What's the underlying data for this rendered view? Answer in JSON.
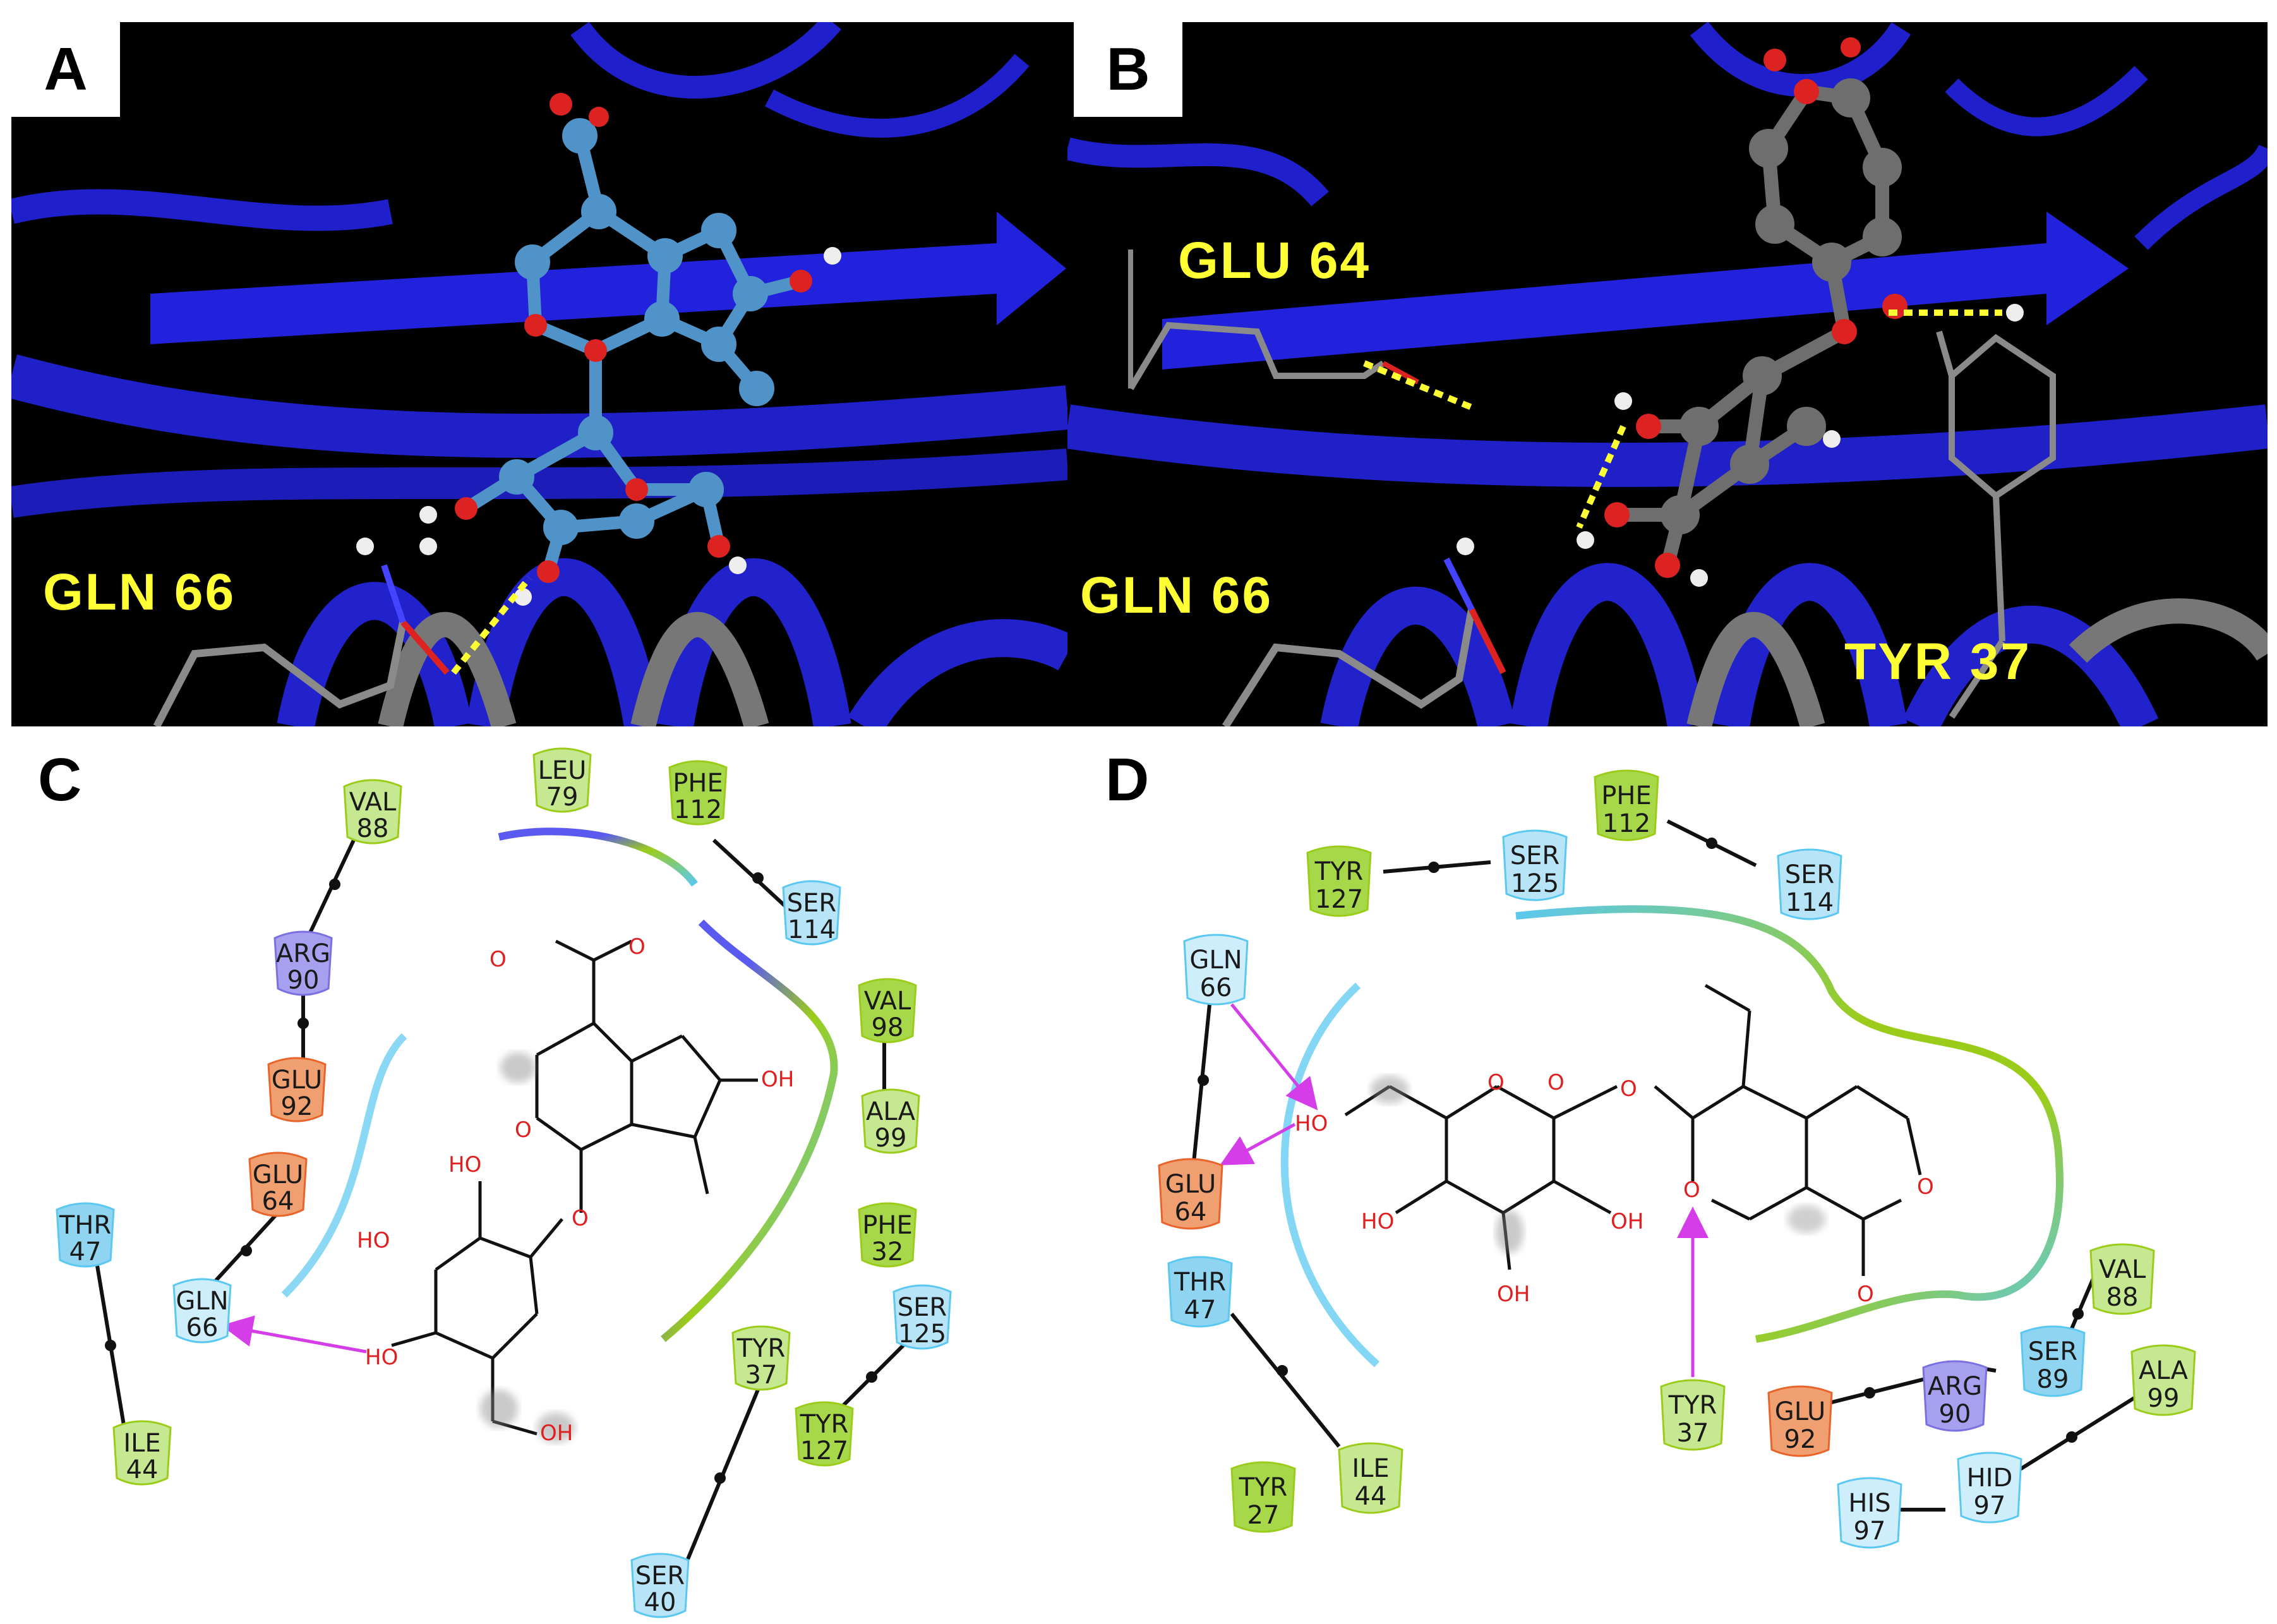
{
  "panels": {
    "A": {
      "label": "A",
      "residues": [
        "GLN 66"
      ]
    },
    "B": {
      "label": "B",
      "residues": [
        "GLU 64",
        "GLN 66",
        "TYR 37"
      ]
    },
    "C": {
      "label": "C",
      "residues": [
        {
          "name": "VAL",
          "num": "88"
        },
        {
          "name": "LEU",
          "num": "79"
        },
        {
          "name": "PHE",
          "num": "112"
        },
        {
          "name": "ARG",
          "num": "90"
        },
        {
          "name": "SER",
          "num": "114"
        },
        {
          "name": "GLU",
          "num": "92"
        },
        {
          "name": "VAL",
          "num": "98"
        },
        {
          "name": "ALA",
          "num": "99"
        },
        {
          "name": "GLU",
          "num": "64"
        },
        {
          "name": "THR",
          "num": "47"
        },
        {
          "name": "PHE",
          "num": "32"
        },
        {
          "name": "GLN",
          "num": "66"
        },
        {
          "name": "SER",
          "num": "125"
        },
        {
          "name": "TYR",
          "num": "37"
        },
        {
          "name": "TYR",
          "num": "127"
        },
        {
          "name": "ILE",
          "num": "44"
        },
        {
          "name": "SER",
          "num": "40"
        }
      ],
      "atoms": [
        "O",
        "O",
        "OH",
        "HO",
        "HO",
        "HO",
        "OH",
        "O",
        "O"
      ]
    },
    "D": {
      "label": "D",
      "residues": [
        {
          "name": "PHE",
          "num": "112"
        },
        {
          "name": "TYR",
          "num": "127"
        },
        {
          "name": "SER",
          "num": "125"
        },
        {
          "name": "SER",
          "num": "114"
        },
        {
          "name": "GLN",
          "num": "66"
        },
        {
          "name": "GLU",
          "num": "64"
        },
        {
          "name": "THR",
          "num": "47"
        },
        {
          "name": "VAL",
          "num": "88"
        },
        {
          "name": "SER",
          "num": "89"
        },
        {
          "name": "ALA",
          "num": "99"
        },
        {
          "name": "ARG",
          "num": "90"
        },
        {
          "name": "GLU",
          "num": "92"
        },
        {
          "name": "TYR",
          "num": "37"
        },
        {
          "name": "TYR",
          "num": "27"
        },
        {
          "name": "ILE",
          "num": "44"
        },
        {
          "name": "HIS",
          "num": "97"
        },
        {
          "name": "HID",
          "num": "97"
        }
      ],
      "atoms": [
        "HO",
        "O",
        "O",
        "O",
        "O",
        "O",
        "HO",
        "OH",
        "OH",
        "O"
      ]
    }
  },
  "colors": {
    "ribbon": "#1f1fcc",
    "hydrophobic": "#9ccc1a",
    "polar": "#5ac8f0",
    "negative": "#e8642a",
    "positive": "#7a70e0",
    "hbond": "#d43de8",
    "ligand_A": "#4f93c8",
    "ligand_B": "#6e6e6e"
  }
}
